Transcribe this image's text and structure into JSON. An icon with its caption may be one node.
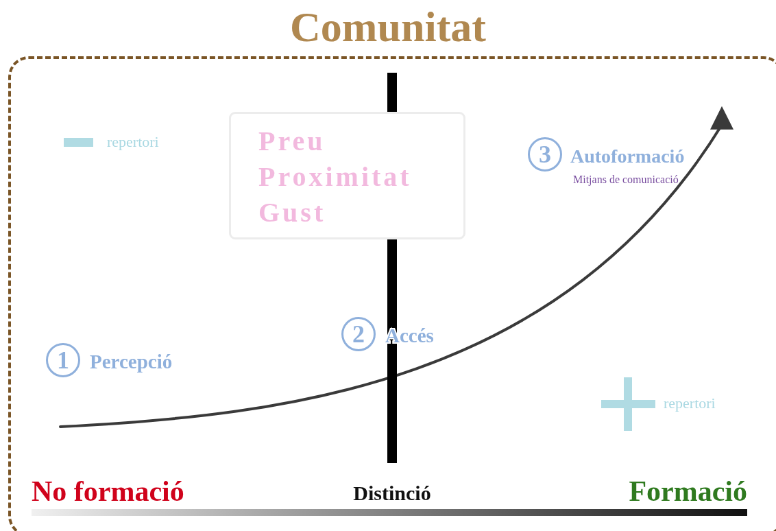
{
  "diagram": {
    "nodes": [
      {
        "text": [
          "Comunitat"
        ]
      },
      {
        "text": [
          "Preu",
          "Proximitat",
          "Gust"
        ],
        "in": 0
      },
      {
        "text": [],
        "shape": "bar",
        "in": 0
      },
      {
        "text": [],
        "shape": "bar",
        "in": 0
      }
    ],
    "labels": [
      "repertori",
      "1",
      "Percepció",
      "2",
      "Accés",
      "3",
      "Autoformació",
      "Mitjans de comunicació",
      "repertori",
      "No formació",
      "Distinció",
      "Formació"
    ]
  }
}
